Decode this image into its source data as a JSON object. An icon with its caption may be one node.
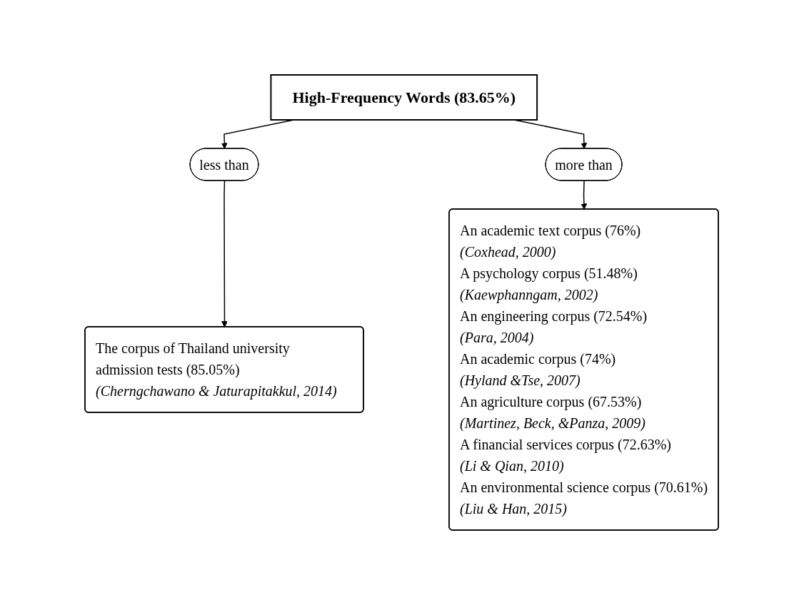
{
  "diagram": {
    "nodes": [
      {
        "text": [
          "High-Frequency Words (83.65%)"
        ]
      },
      {
        "text": [
          "less than"
        ]
      },
      {
        "text": [
          "more than"
        ]
      },
      {
        "text": [
          "The corpus of Thailand university admission tests (85.05%)",
          "(Cherngchawano & Jaturapitakkul, 2014)"
        ]
      },
      {
        "text": [
          "An academic text corpus (76%)",
          "(Coxhead, 2000)",
          "A psychology corpus (51.48%)",
          "(Kaewphanngam, 2002)",
          "An engineering corpus (72.54%)",
          "(Para, 2004)",
          "An academic corpus (74%)",
          "(Hyland &Tse, 2007)",
          "An agriculture corpus (67.53%)",
          "(Martinez, Beck, &Panza, 2009)",
          "A financial services corpus (72.63%)",
          "(Li & Qian, 2010)",
          "An environmental science corpus (70.61%)",
          "(Liu & Han, 2015)"
        ]
      }
    ],
    "edges": [
      {
        "from": 0,
        "to": 1,
        "arrow": "to"
      },
      {
        "from": 0,
        "to": 2,
        "arrow": "to"
      },
      {
        "from": 1,
        "to": 3,
        "arrow": "to"
      },
      {
        "from": 2,
        "to": 4,
        "arrow": "to"
      }
    ]
  }
}
